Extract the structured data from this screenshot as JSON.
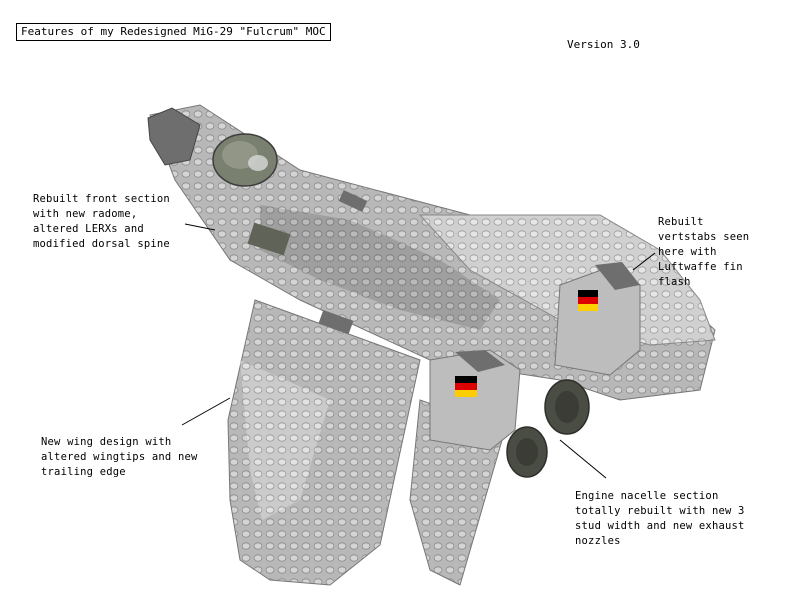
{
  "title": "Features of my Redesigned MiG-29 \"Fulcrum\" MOC",
  "version": "Version 3.0",
  "annotations": {
    "front_section": "Rebuilt front section\nwith new radome,\naltered LERXs and\nmodified dorsal spine",
    "vertstabs": "Rebuilt\nvertstabs seen\nhere with\nLuftwaffe fin\nflash",
    "wing": "New wing design with\naltered wingtips and new\ntrailing edge",
    "engine": "Engine nacelle section\ntotally rebuilt with new 3\nstud width and new exhaust\nnozzles"
  },
  "colors": {
    "light_gray": "#c8c8c8",
    "mid_gray": "#9a9a9a",
    "dark_gray": "#6a6a6a",
    "canopy": "#7a8070",
    "nozzle": "#4a4d44",
    "flag_black": "#000000",
    "flag_red": "#dd0000",
    "flag_gold": "#ffce00"
  }
}
